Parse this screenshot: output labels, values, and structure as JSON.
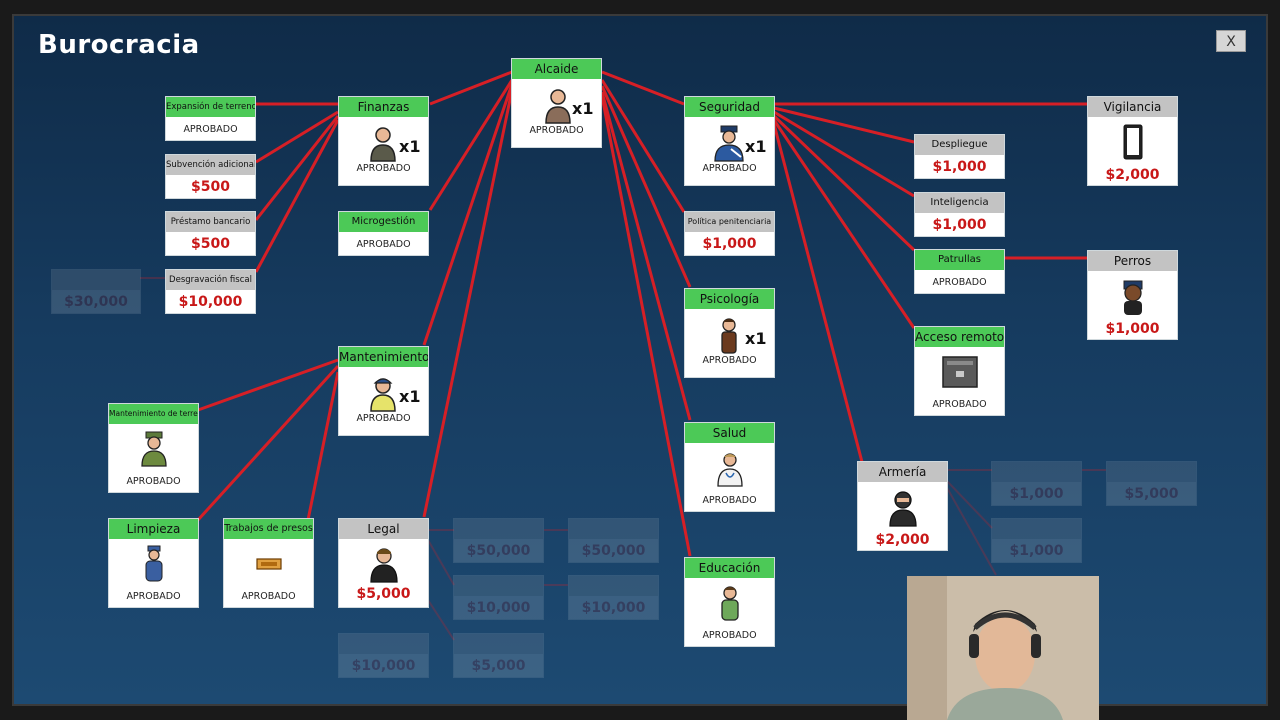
{
  "title": "Burocracia",
  "close_label": "X",
  "status_approved": "APROBADO",
  "colors": {
    "line": "#d61f26",
    "approved_header": "#4cc957",
    "locked_header": "#c3c3c3",
    "price": "#c81818"
  },
  "nodes": {
    "alcaide": {
      "label": "Alcaide",
      "status": "APROBADO",
      "mult": "x1"
    },
    "finanzas": {
      "label": "Finanzas",
      "status": "APROBADO",
      "mult": "x1"
    },
    "expansion": {
      "label": "Expansión de terrenos",
      "status": "APROBADO"
    },
    "subvencion": {
      "label": "Subvención adicional",
      "price": "$500"
    },
    "prestamo": {
      "label": "Préstamo bancario",
      "price": "$500"
    },
    "desgravacion": {
      "label": "Desgravación fiscal",
      "price": "$10,000"
    },
    "faded_finance": {
      "label": "",
      "price": "$30,000"
    },
    "microgestion": {
      "label": "Microgestión",
      "status": "APROBADO"
    },
    "mantenimiento": {
      "label": "Mantenimiento",
      "status": "APROBADO",
      "mult": "x1"
    },
    "mant_terrenos": {
      "label": "Mantenimiento de terrenos",
      "status": "APROBADO"
    },
    "limpieza": {
      "label": "Limpieza",
      "status": "APROBADO"
    },
    "trabajos": {
      "label": "Trabajos de presos",
      "status": "APROBADO"
    },
    "legal": {
      "label": "Legal",
      "price": "$5,000"
    },
    "legal_f1": {
      "label": "",
      "price": "$50,000"
    },
    "legal_f2": {
      "label": "",
      "price": "$50,000"
    },
    "legal_f3": {
      "label": "",
      "price": "$10,000"
    },
    "legal_f4": {
      "label": "",
      "price": "$10,000"
    },
    "legal_f5": {
      "label": "",
      "price": "$10,000"
    },
    "legal_f6": {
      "label": "",
      "price": "$5,000"
    },
    "seguridad": {
      "label": "Seguridad",
      "status": "APROBADO",
      "mult": "x1"
    },
    "politica": {
      "label": "Política penitenciaria",
      "price": "$1,000"
    },
    "psicologia": {
      "label": "Psicología",
      "status": "APROBADO",
      "mult": "x1"
    },
    "salud": {
      "label": "Salud",
      "status": "APROBADO"
    },
    "educacion": {
      "label": "Educación",
      "status": "APROBADO"
    },
    "despliegue": {
      "label": "Despliegue",
      "price": "$1,000"
    },
    "inteligencia": {
      "label": "Inteligencia",
      "price": "$1,000"
    },
    "patrullas": {
      "label": "Patrullas",
      "status": "APROBADO"
    },
    "acceso": {
      "label": "Acceso remoto",
      "status": "APROBADO"
    },
    "vigilancia": {
      "label": "Vigilancia",
      "price": "$2,000"
    },
    "perros": {
      "label": "Perros",
      "price": "$1,000"
    },
    "armeria": {
      "label": "Armería",
      "price": "$2,000"
    },
    "arm_f1": {
      "label": "",
      "price": "$1,000"
    },
    "arm_f2": {
      "label": "",
      "price": "$5,000"
    },
    "arm_f3": {
      "label": "",
      "price": "$1,000"
    }
  }
}
